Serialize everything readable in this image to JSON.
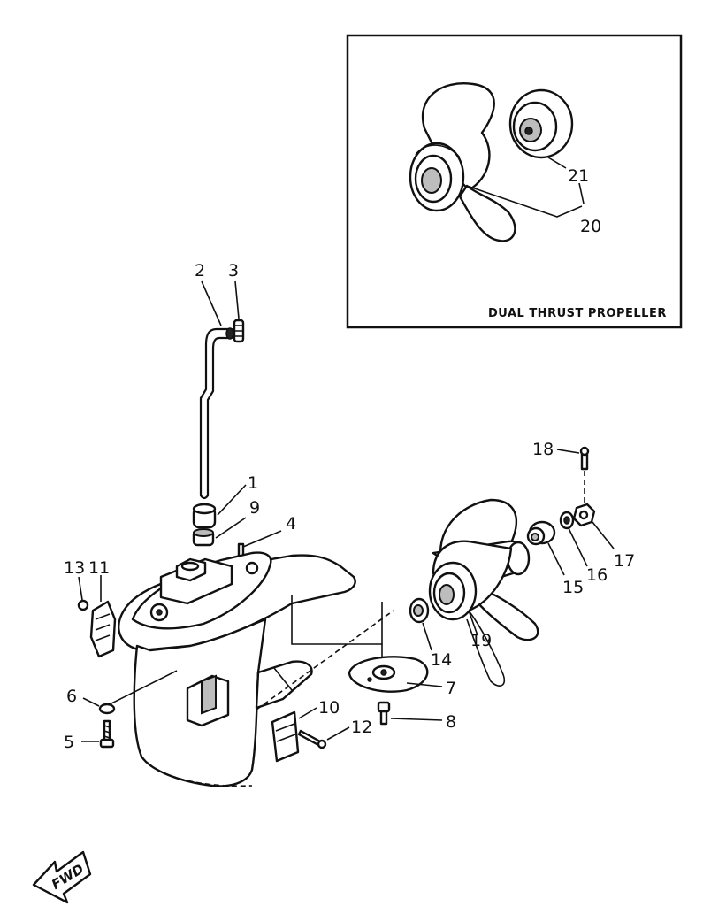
{
  "inset": {
    "caption": "DUAL THRUST PROPELLER",
    "callouts": [
      "21",
      "20"
    ]
  },
  "callouts": {
    "p1": "1",
    "p2": "2",
    "p3": "3",
    "p4": "4",
    "p5": "5",
    "p6": "6",
    "p7": "7",
    "p8": "8",
    "p9": "9",
    "p10": "10",
    "p11": "11",
    "p12": "12",
    "p13": "13",
    "p14": "14",
    "p15": "15",
    "p16": "16",
    "p17": "17",
    "p18": "18",
    "p19": "19"
  },
  "direction_arrow": {
    "label": "FWD"
  }
}
